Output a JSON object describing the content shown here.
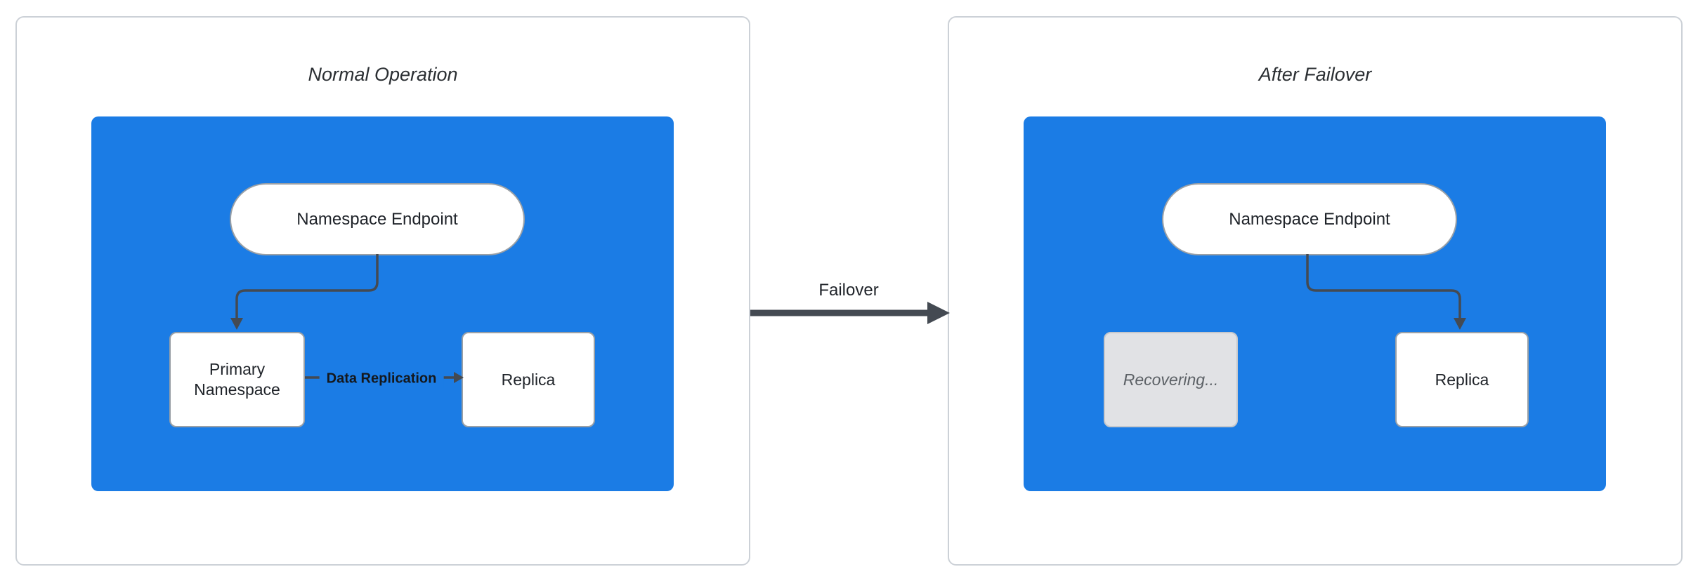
{
  "left_panel": {
    "title": "Normal Operation",
    "endpoint_label": "Namespace Endpoint",
    "primary_label": "Primary Namespace",
    "replica_label": "Replica",
    "edge_label": "Data Replication"
  },
  "right_panel": {
    "title": "After Failover",
    "endpoint_label": "Namespace Endpoint",
    "recovering_label": "Recovering...",
    "replica_label": "Replica"
  },
  "transition": {
    "label": "Failover"
  },
  "colors": {
    "container_blue": "#1b7ce5",
    "arrow": "#444a52",
    "recovering_bg": "#e1e2e5"
  }
}
